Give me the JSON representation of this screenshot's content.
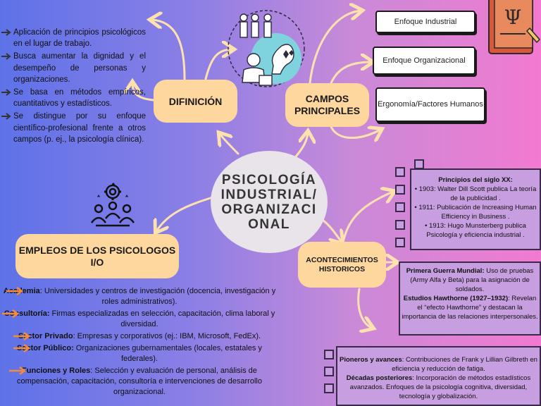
{
  "center": {
    "title": "PSICOLOGÍA INDUSTRIAL/ ORGANIZACI ONAL"
  },
  "definicion": {
    "label": "DIFINICIÓN",
    "items": [
      "Aplicación de principios psicológicos en el lugar de trabajo.",
      "Busca aumentar la dignidad y el desempeño de personas y organizaciones.",
      "Se basa en métodos empíricos, cuantitativos y estadísticos.",
      "Se distingue por su enfoque científico-profesional frente a otros campos (p. ej., la psicología clínica)."
    ]
  },
  "campos": {
    "label": "CAMPOS PRINCIPALES",
    "items": [
      "Enfoque Industrial",
      "Enfoque Organizacional",
      "Ergonomía/Factores Humanos"
    ]
  },
  "acontecimientos": {
    "label": "ACONTECIMIENTOS HISTORICOS",
    "box1": {
      "heading": "Principios del siglo XX:",
      "lines": [
        "• 1903: Walter Dill Scott publica La teoría de la publicidad .",
        "• 1911: Publicación de Increasing Human Efficiency in Business .",
        "• 1913: Hugo Munsterberg publica Psicología y eficiencia industrial ."
      ]
    },
    "box2": {
      "heading1": "Primera Guerra Mundial:",
      "text1": " Uso de pruebas (Army Alfa y Beta) para la asignación de soldados.",
      "heading2": "Estudios Hawthorne (1927–1932)",
      "text2": ": Revelan el “efecto Hawthorne” y destacan la importancia de las relaciones interpersonales."
    },
    "box3": {
      "heading1": "Pioneros y avances",
      "text1": ": Contribuciones de Frank y Lillian Gilbreth en eficiencia y reducción de fatiga.",
      "heading2": "Décadas posteriores",
      "text2": ": Incorporación de métodos estadísticos avanzados. Enfoques de la psicología cognitiva, diversidad, tecnología y globalización."
    }
  },
  "empleos": {
    "label": "EMPLEOS DE LOS PSICOLOGOS I/O",
    "items": [
      {
        "term": "Academia",
        "text": ": Universidades y centros de investigación (docencia, investigación y roles administrativos)."
      },
      {
        "term": "Consultoría:",
        "text": " Firmas especializadas en selección, capacitación, clima laboral y diversidad."
      },
      {
        "term": "Sector Privado",
        "text": ": Empresas y corporativos (ej.: IBM, Microsoft, FedEx)."
      },
      {
        "term": "Sector Público:",
        "text": " Organizaciones gubernamentales (locales, estatales y federales)."
      },
      {
        "term": "Funciones y Roles",
        "text": ": Selección y evaluación de personal, análisis de compensación, capacitación, consultoría e intervenciones de desarrollo organizacional."
      }
    ]
  },
  "icons": [
    "teamwork-icon",
    "book-psi-icon",
    "people-gears-icon"
  ],
  "colors": {
    "node": "#fdd79e",
    "history_box": "#c79fe0",
    "arrow_orange": "#f58a3a",
    "connector": "#fde2b0"
  }
}
